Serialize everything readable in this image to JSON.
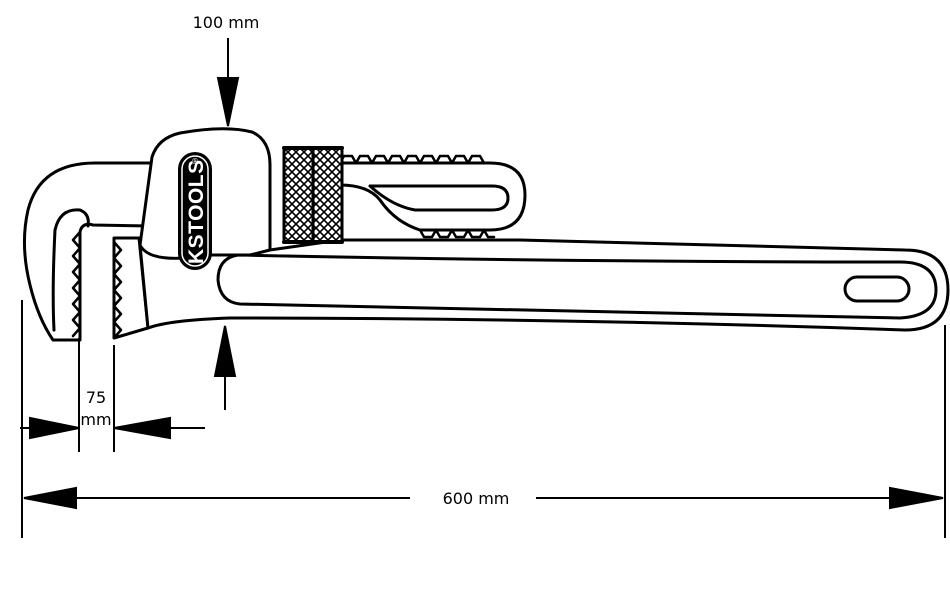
{
  "dimensions": {
    "height_label": "100 mm",
    "jaw_opening_value": "75",
    "jaw_opening_unit": "mm",
    "length_label": "600 mm"
  },
  "logo": {
    "text": "KSTOOLS",
    "mark": "®"
  },
  "colors": {
    "line": "#000000",
    "background": "#ffffff"
  }
}
